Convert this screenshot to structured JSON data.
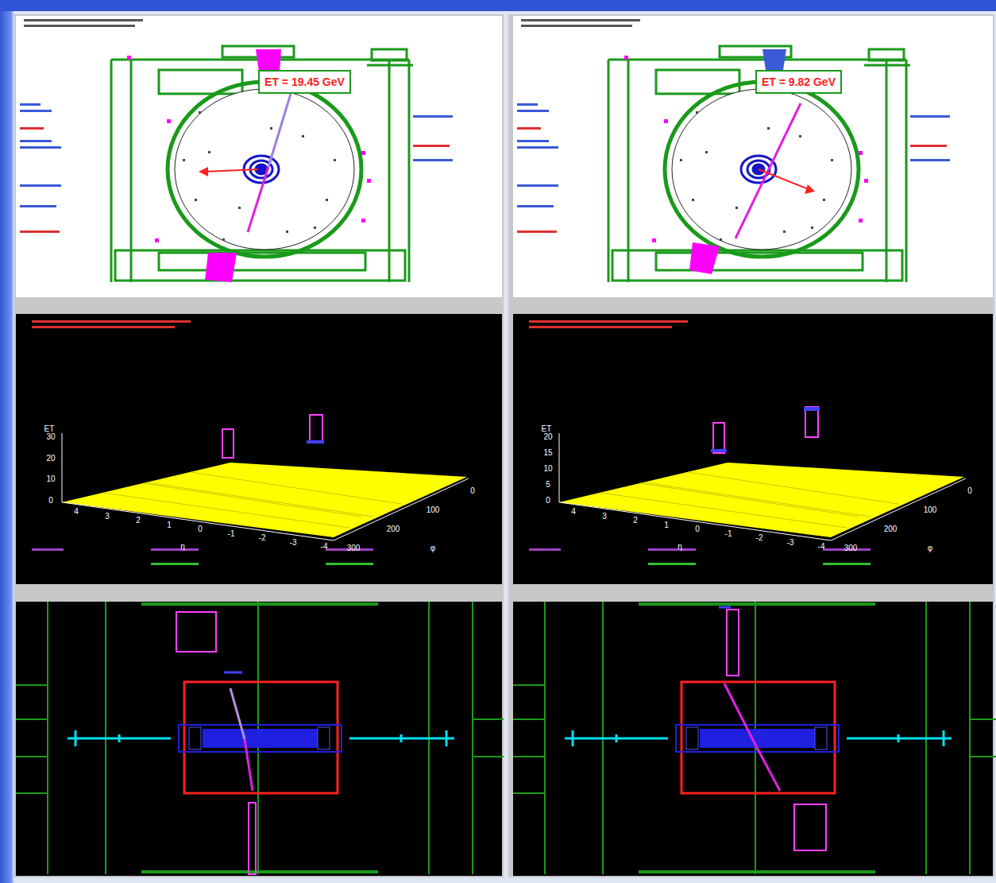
{
  "diagram": {
    "nodes": [
      {
        "text": [
          "ET = 19.45 GeV"
        ]
      },
      {
        "text": [
          "ET = 9.82 GeV"
        ]
      }
    ],
    "labels": [
      "ET",
      "30",
      "20",
      "10",
      "0",
      "4",
      "3",
      "2",
      "1",
      "0",
      "-1",
      "-2",
      "-3",
      "-4",
      "η",
      "300",
      "200",
      "100",
      "0",
      "φ",
      "ET",
      "20",
      "15",
      "10",
      "5",
      "0",
      "4",
      "3",
      "2",
      "1",
      "0",
      "-1",
      "-2",
      "-3",
      "-4",
      "η",
      "300",
      "200",
      "100",
      "0",
      "φ"
    ]
  }
}
